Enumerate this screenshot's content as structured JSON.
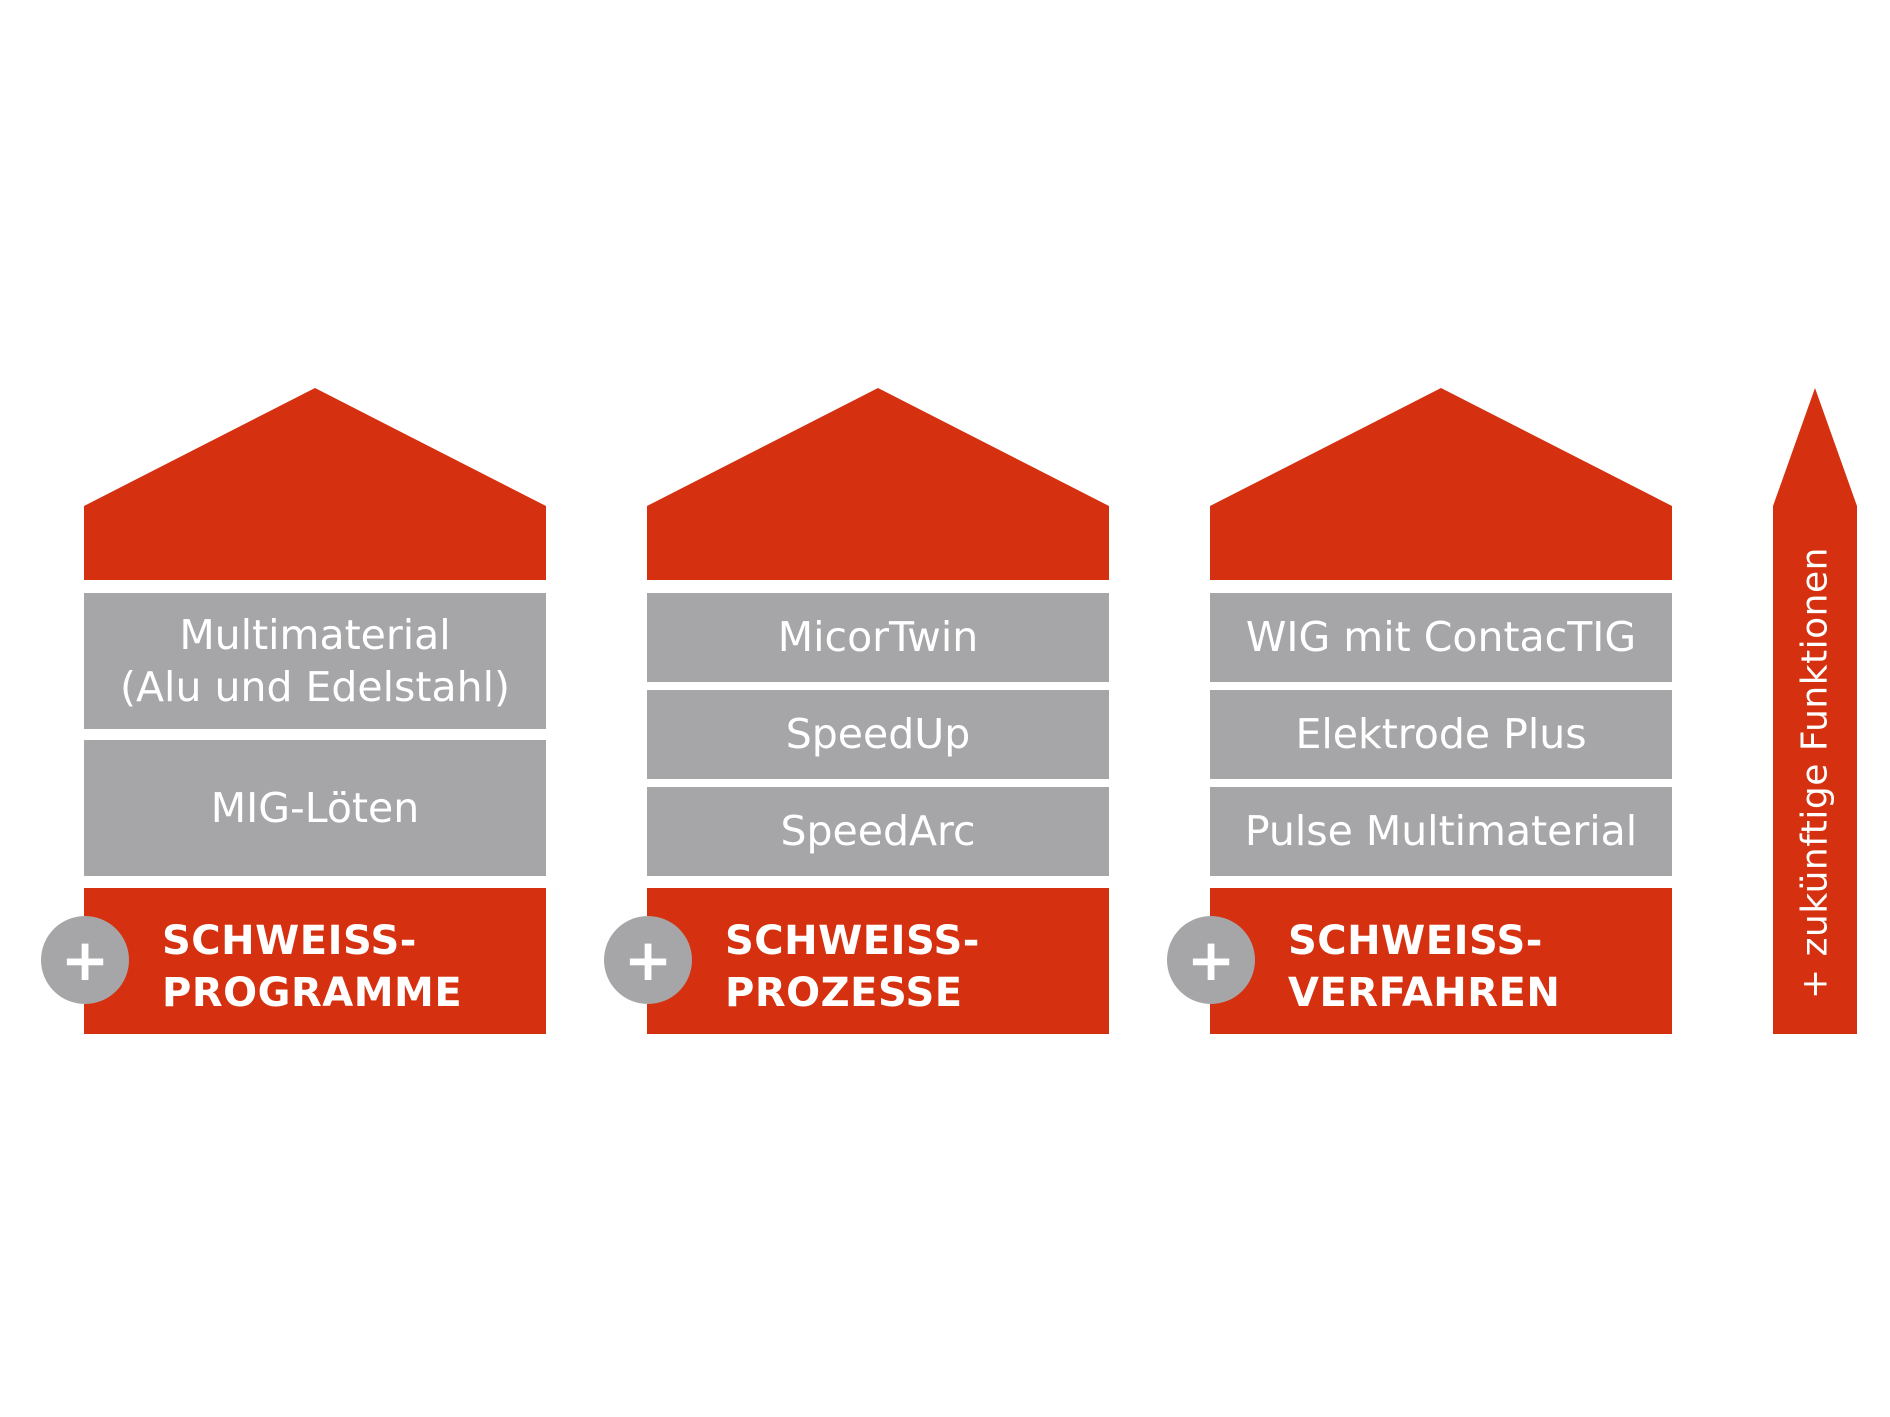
{
  "colors": {
    "accent_red": "#d5300f",
    "block_gray": "#a6a6a8",
    "text_white": "#ffffff"
  },
  "pillars": [
    {
      "blocks": [
        {
          "lines": [
            "Multimaterial",
            "(Alu und Edelstahl)"
          ]
        },
        {
          "lines": [
            "MIG-Löten"
          ]
        }
      ],
      "plus_symbol": "+",
      "base_label": [
        "SCHWEISS-",
        "PROGRAMME"
      ]
    },
    {
      "blocks": [
        {
          "lines": [
            "MicorTwin"
          ]
        },
        {
          "lines": [
            "SpeedUp"
          ]
        },
        {
          "lines": [
            "SpeedArc"
          ]
        }
      ],
      "plus_symbol": "+",
      "base_label": [
        "SCHWEISS-",
        "PROZESSE"
      ]
    },
    {
      "blocks": [
        {
          "lines": [
            "WIG mit ContacTIG"
          ]
        },
        {
          "lines": [
            "Elektrode Plus"
          ]
        },
        {
          "lines": [
            "Pulse Multimaterial"
          ]
        }
      ],
      "plus_symbol": "+",
      "base_label": [
        "SCHWEISS-",
        "VERFAHREN"
      ]
    }
  ],
  "future_arrow": {
    "label": "+ zukünftige Funktionen"
  }
}
